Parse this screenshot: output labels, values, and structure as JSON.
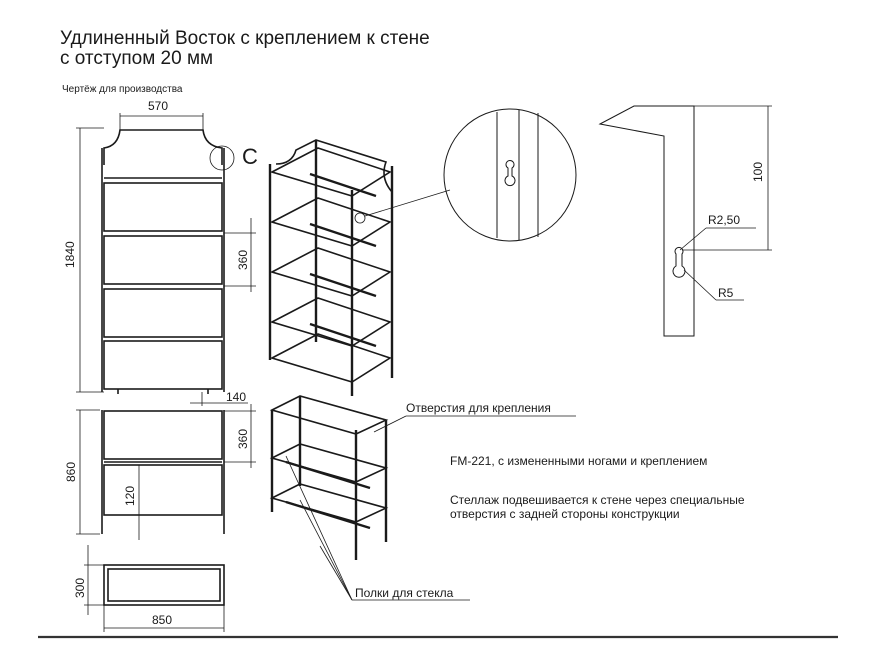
{
  "title": {
    "line1": "Удлиненный Восток с креплением к стене",
    "line2": "с отступом 20 мм"
  },
  "subtitle": "Чертёж для производства",
  "detail_letter": "С",
  "dimensions": {
    "top_width": "570",
    "total_height": "1840",
    "shelf_gap": "360",
    "foot_offset": "140",
    "lower_height": "860",
    "lower_gap": "360",
    "lower_shelf": "120",
    "depth": "300",
    "width": "850",
    "hole_distance": "100",
    "radius_small": "R2,50",
    "radius_large": "R5"
  },
  "labels": {
    "mounting_holes": "Отверстия для крепления",
    "glass_shelves": "Полки для стекла"
  },
  "notes": {
    "model": "FM-221, с измененными ногами и креплением",
    "mount_line1": "Стеллаж подвешивается к стене через специальные",
    "mount_line2": "отверстия с задней стороны конструкции"
  }
}
